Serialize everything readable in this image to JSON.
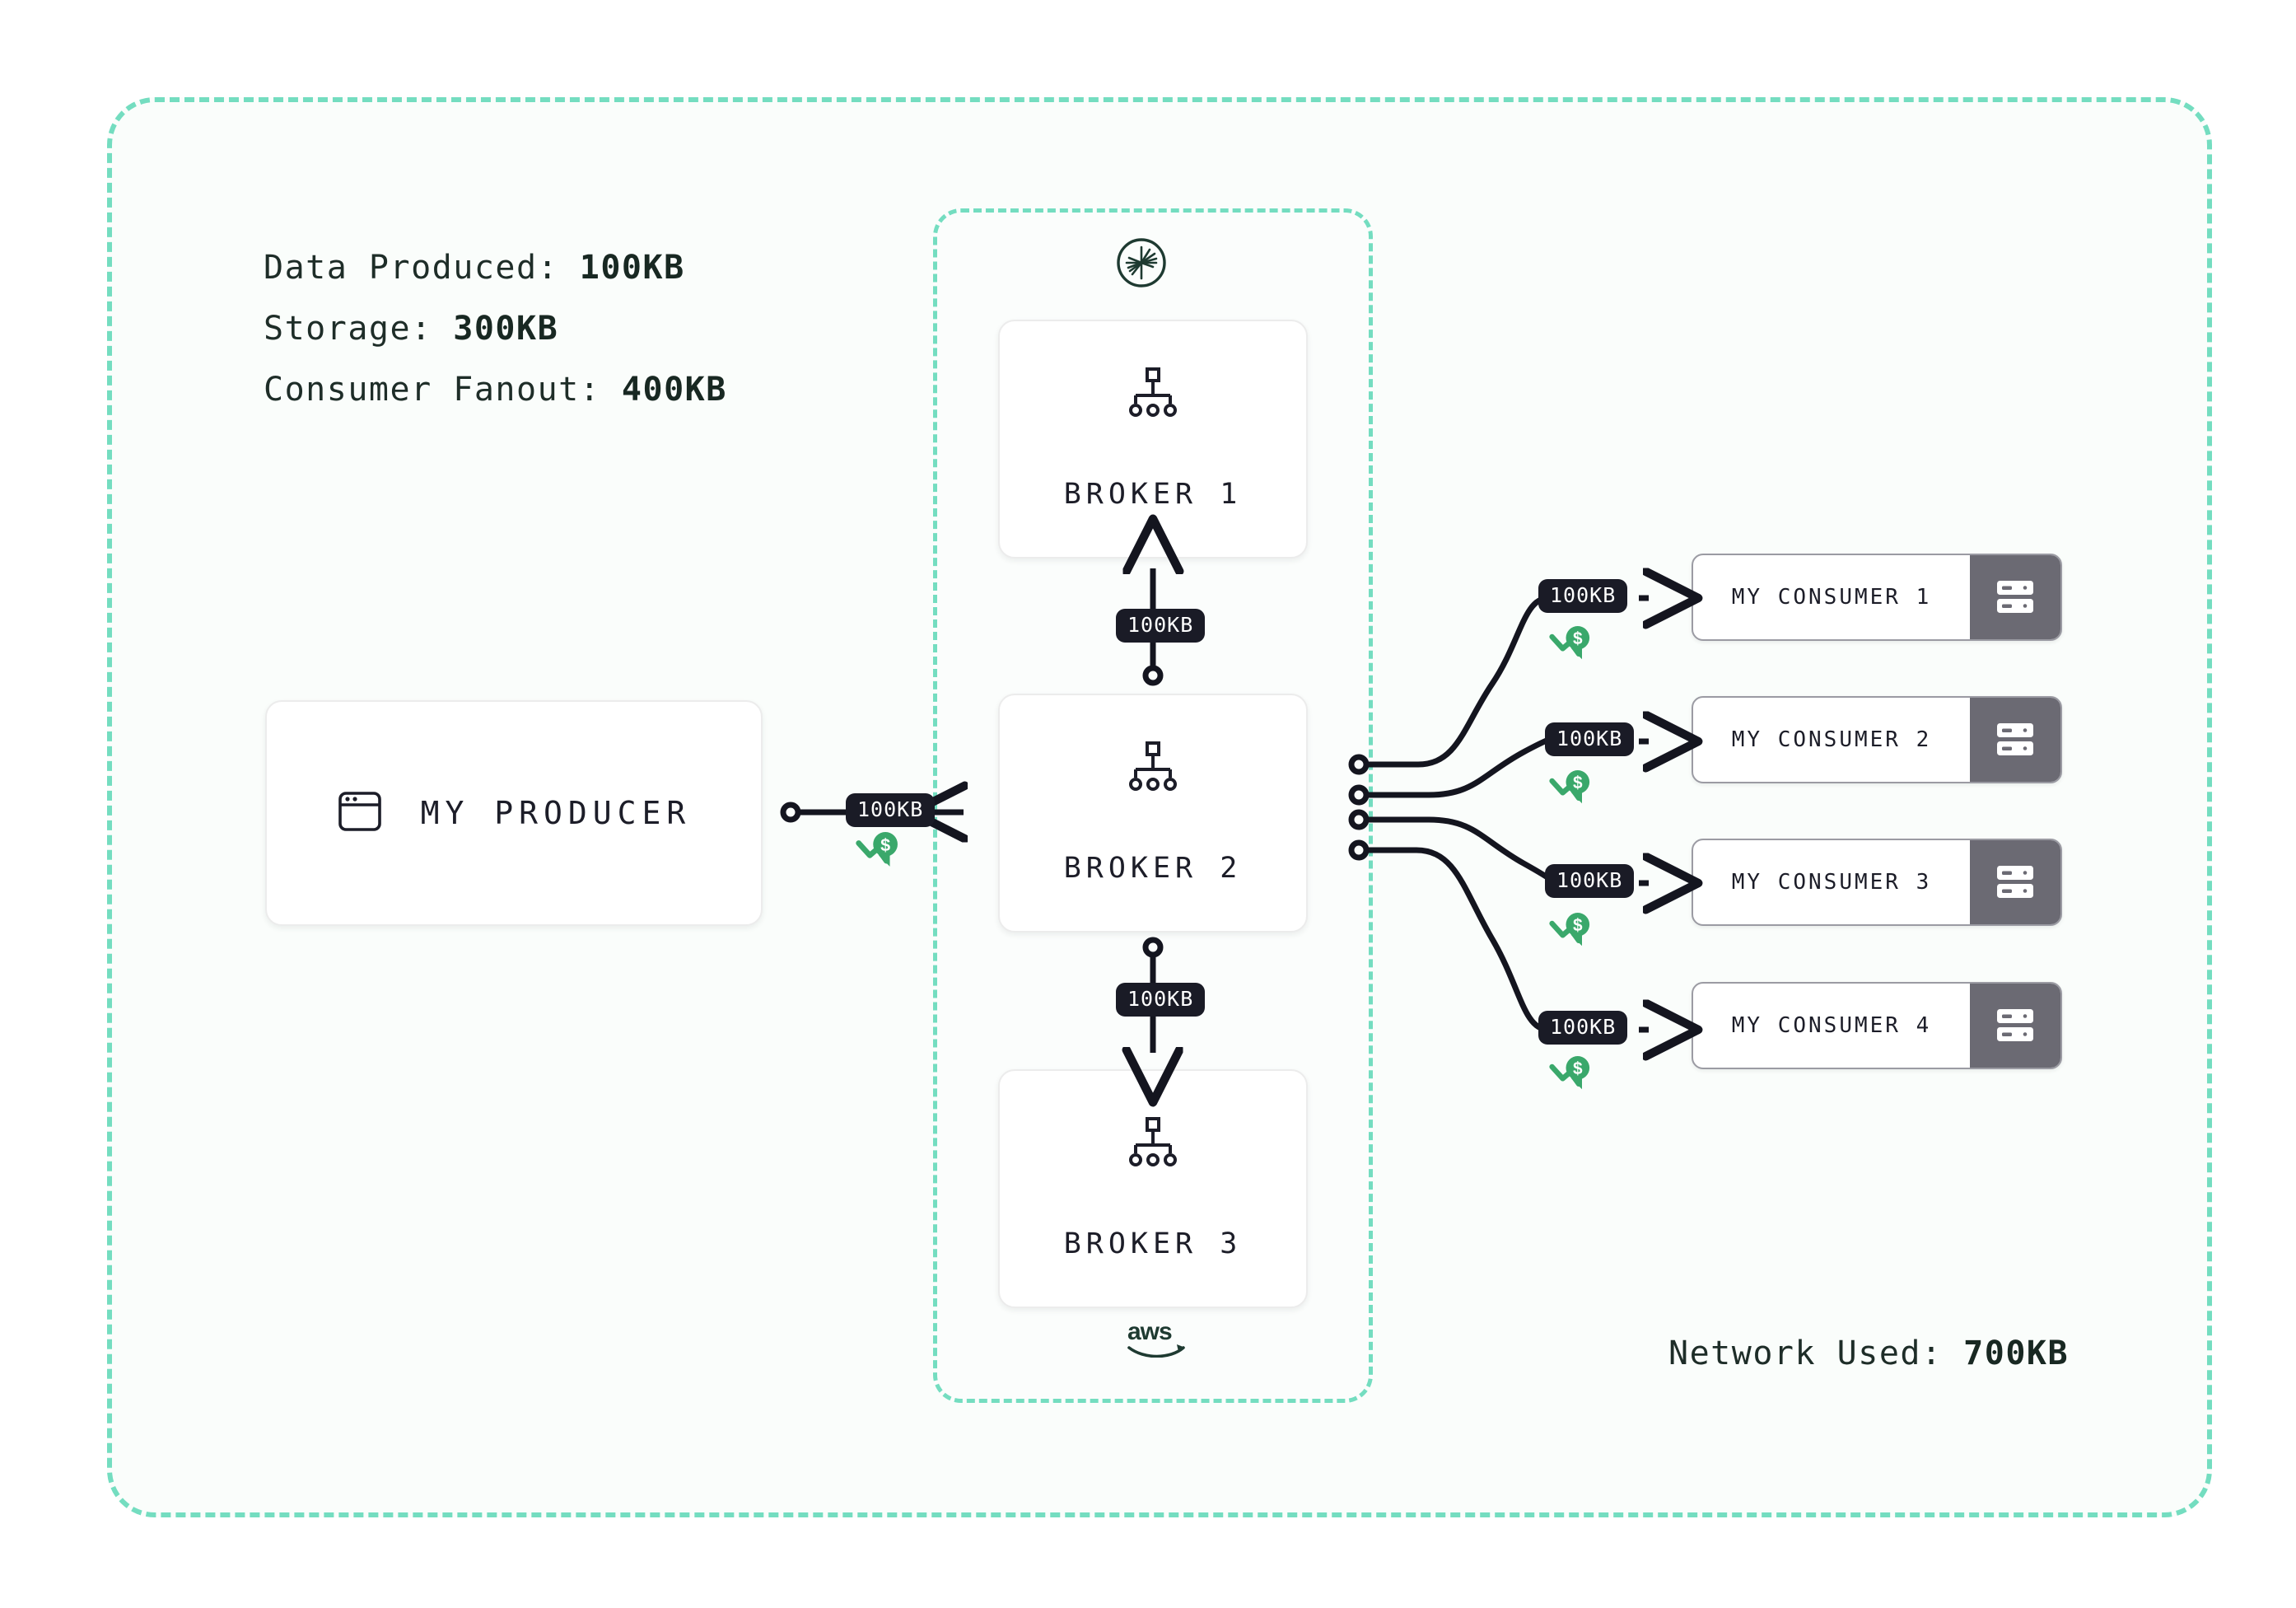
{
  "colors": {
    "dashed_border": "#74ddc0",
    "canvas": "#ffffff",
    "panel_fill": "#fafdfb",
    "badge_bg": "#1a1b26",
    "badge_text": "#ffffff",
    "cost_icon_green": "#3aa86b",
    "consumer_panel": "#6b6a73",
    "stat_text": "#1e2d28",
    "node_text": "#1c1d28"
  },
  "stats": {
    "lines": [
      {
        "label": "Data Produced: ",
        "value": "100KB"
      },
      {
        "label": "Storage: ",
        "value": "300KB"
      },
      {
        "label": "Consumer Fanout: ",
        "value": "400KB"
      }
    ]
  },
  "network": {
    "label": "Network Used: ",
    "value": "700KB"
  },
  "producer": {
    "label": "MY PRODUCER",
    "icon": "browser-window-icon",
    "egress_badge": "100KB"
  },
  "cluster": {
    "provider_logo": "aws",
    "cluster_logo": "automq-starburst-icon",
    "brokers": [
      {
        "label": "BROKER 1",
        "icon": "sitemap-icon"
      },
      {
        "label": "BROKER 2",
        "icon": "sitemap-icon"
      },
      {
        "label": "BROKER 3",
        "icon": "sitemap-icon"
      }
    ],
    "replication_badges": [
      {
        "value": "100KB",
        "direction": "up",
        "from": "BROKER 2",
        "to": "BROKER 1"
      },
      {
        "value": "100KB",
        "direction": "down",
        "from": "BROKER 2",
        "to": "BROKER 3"
      }
    ]
  },
  "consumers": [
    {
      "label": "MY CONSUMER 1",
      "badge": "100KB",
      "icon": "server-rack-icon",
      "cost_icon": "cost-down-icon"
    },
    {
      "label": "MY CONSUMER 2",
      "badge": "100KB",
      "icon": "server-rack-icon",
      "cost_icon": "cost-down-icon"
    },
    {
      "label": "MY CONSUMER 3",
      "badge": "100KB",
      "icon": "server-rack-icon",
      "cost_icon": "cost-down-icon"
    },
    {
      "label": "MY CONSUMER 4",
      "badge": "100KB",
      "icon": "server-rack-icon",
      "cost_icon": "cost-down-icon"
    }
  ],
  "chart_data": {
    "type": "diagram",
    "title": "Kafka producer / broker replication / consumer fanout data volumes",
    "nodes": [
      "MY PRODUCER",
      "BROKER 1",
      "BROKER 2",
      "BROKER 3",
      "MY CONSUMER 1",
      "MY CONSUMER 2",
      "MY CONSUMER 3",
      "MY CONSUMER 4"
    ],
    "edges": [
      {
        "from": "MY PRODUCER",
        "to": "BROKER 2",
        "label": "100KB",
        "billed": true
      },
      {
        "from": "BROKER 2",
        "to": "BROKER 1",
        "label": "100KB",
        "billed": false
      },
      {
        "from": "BROKER 2",
        "to": "BROKER 3",
        "label": "100KB",
        "billed": false
      },
      {
        "from": "BROKER 2",
        "to": "MY CONSUMER 1",
        "label": "100KB",
        "billed": true
      },
      {
        "from": "BROKER 2",
        "to": "MY CONSUMER 2",
        "label": "100KB",
        "billed": true
      },
      {
        "from": "BROKER 2",
        "to": "MY CONSUMER 3",
        "label": "100KB",
        "billed": true
      },
      {
        "from": "BROKER 2",
        "to": "MY CONSUMER 4",
        "label": "100KB",
        "billed": true
      }
    ],
    "totals": {
      "data_produced_kb": 100,
      "storage_kb": 300,
      "consumer_fanout_kb": 400,
      "network_used_kb": 700
    }
  }
}
